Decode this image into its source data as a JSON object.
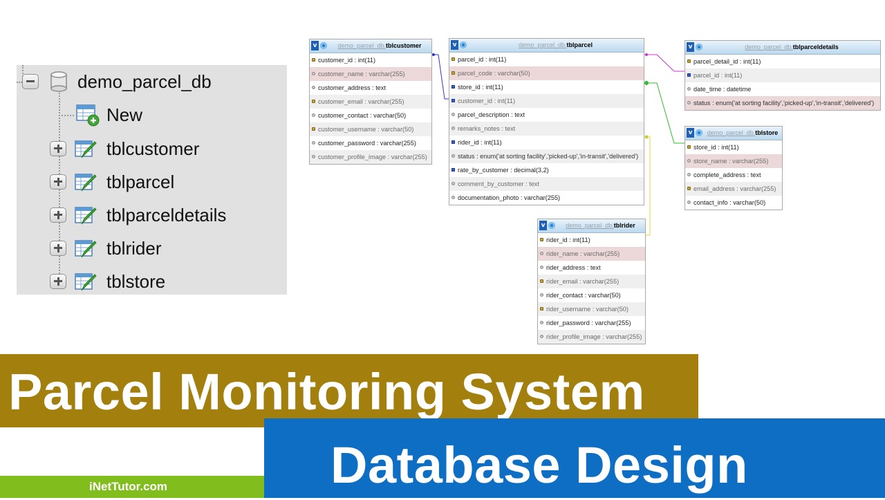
{
  "nav_tree": {
    "database": "demo_parcel_db",
    "new_label": "New",
    "tables": [
      "tblcustomer",
      "tblparcel",
      "tblparceldetails",
      "tblrider",
      "tblstore"
    ]
  },
  "er_diagram": {
    "db_prefix": "demo_parcel_db.",
    "tblcustomer": {
      "name": "tblcustomer",
      "columns": [
        {
          "text": "customer_id : int(11)",
          "icon": "key-icon"
        },
        {
          "text": "customer_name : varchar(255)",
          "icon": "column-icon"
        },
        {
          "text": "customer_address : text",
          "icon": "column-icon"
        },
        {
          "text": "customer_email : varchar(255)",
          "icon": "key-icon"
        },
        {
          "text": "customer_contact : varchar(50)",
          "icon": "column-icon"
        },
        {
          "text": "customer_username : varchar(50)",
          "icon": "key-icon"
        },
        {
          "text": "customer_password : varchar(255)",
          "icon": "column-icon"
        },
        {
          "text": "customer_profile_image : varchar(255)",
          "icon": "column-icon"
        }
      ]
    },
    "tblparcel": {
      "name": "tblparcel",
      "columns": [
        {
          "text": "parcel_id : int(11)",
          "icon": "key-icon"
        },
        {
          "text": "parcel_code : varchar(50)",
          "icon": "key-icon"
        },
        {
          "text": "store_id : int(11)",
          "icon": "foreign-key-icon"
        },
        {
          "text": "customer_id : int(11)",
          "icon": "foreign-key-icon"
        },
        {
          "text": "parcel_description : text",
          "icon": "column-icon"
        },
        {
          "text": "remarks_notes : text",
          "icon": "column-icon"
        },
        {
          "text": "rider_id : int(11)",
          "icon": "foreign-key-icon"
        },
        {
          "text": "status : enum('at sorting facility','picked-up','in-transit','delivered')",
          "icon": "column-icon"
        },
        {
          "text": "rate_by_customer : decimal(3,2)",
          "icon": "foreign-key-icon"
        },
        {
          "text": "comment_by_customer : text",
          "icon": "column-icon"
        },
        {
          "text": "documentation_photo : varchar(255)",
          "icon": "column-icon"
        }
      ]
    },
    "tblparceldetails": {
      "name": "tblparceldetails",
      "columns": [
        {
          "text": "parcel_detail_id : int(11)",
          "icon": "key-icon"
        },
        {
          "text": "parcel_id : int(11)",
          "icon": "foreign-key-icon"
        },
        {
          "text": "date_time : datetime",
          "icon": "column-icon"
        },
        {
          "text": "status : enum('at sorting facility','picked-up','in-transit','delivered')",
          "icon": "column-icon"
        }
      ]
    },
    "tblstore": {
      "name": "tblstore",
      "columns": [
        {
          "text": "store_id : int(11)",
          "icon": "key-icon"
        },
        {
          "text": "store_name : varchar(255)",
          "icon": "column-icon"
        },
        {
          "text": "complete_address : text",
          "icon": "column-icon"
        },
        {
          "text": "email_address : varchar(255)",
          "icon": "key-icon"
        },
        {
          "text": "contact_info : varchar(50)",
          "icon": "column-icon"
        }
      ]
    },
    "tblrider": {
      "name": "tblrider",
      "columns": [
        {
          "text": "rider_id : int(11)",
          "icon": "key-icon"
        },
        {
          "text": "rider_name : varchar(255)",
          "icon": "column-icon"
        },
        {
          "text": "rider_address : text",
          "icon": "column-icon"
        },
        {
          "text": "rider_email : varchar(255)",
          "icon": "key-icon"
        },
        {
          "text": "rider_contact : varchar(50)",
          "icon": "column-icon"
        },
        {
          "text": "rider_username : varchar(50)",
          "icon": "key-icon"
        },
        {
          "text": "rider_password : varchar(255)",
          "icon": "column-icon"
        },
        {
          "text": "rider_profile_image : varchar(255)",
          "icon": "column-icon"
        }
      ]
    },
    "relations": [
      {
        "from": "tblparcel.customer_id",
        "to": "tblcustomer.customer_id",
        "color": "#3333cc"
      },
      {
        "from": "tblparceldetails.parcel_id",
        "to": "tblparcel.parcel_id",
        "color": "#cc33cc"
      },
      {
        "from": "tblparcel.store_id",
        "to": "tblstore.store_id",
        "color": "#33bb33"
      },
      {
        "from": "tblparcel.rider_id",
        "to": "tblrider.rider_id",
        "color": "#dddd33"
      }
    ]
  },
  "banner": {
    "title_line1": "Parcel Monitoring System",
    "title_line2": "Database Design",
    "site": "iNetTutor.com",
    "colors": {
      "olive": "#a3800e",
      "blue": "#0d6ec3",
      "green": "#82bd1e"
    }
  }
}
